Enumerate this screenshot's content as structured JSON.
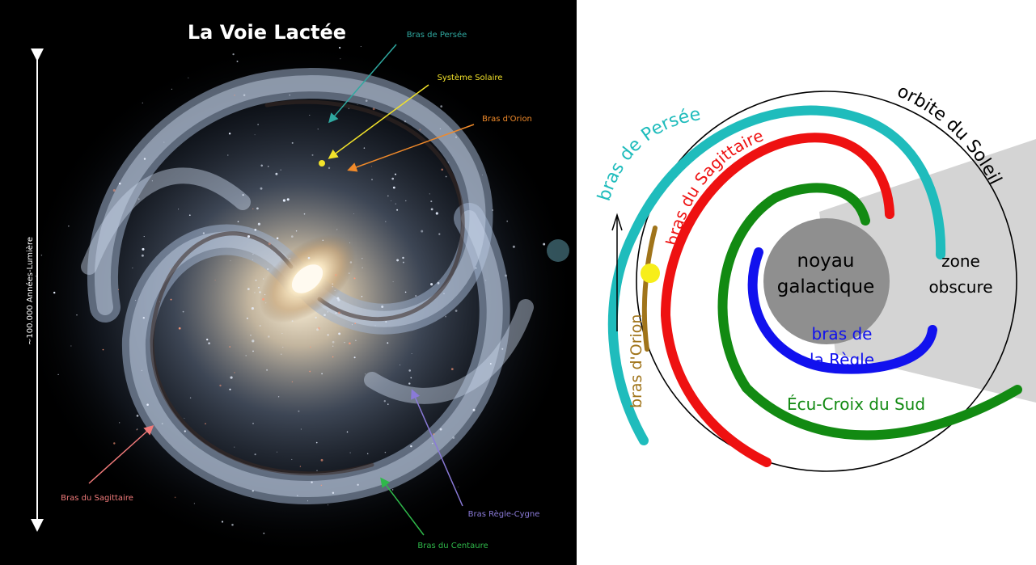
{
  "galaxy": {
    "title": "La Voie Lactée",
    "scale_label": "~100.000 Années-Lumière",
    "labels": {
      "perseus": "Bras de Persée",
      "sun": "Système Solaire",
      "orion": "Bras d'Orion",
      "sagittarius": "Bras du Sagittaire",
      "regle_cygne": "Bras Règle-Cygne",
      "centaur": "Bras du Centaure"
    },
    "colors": {
      "perseus": "#2fa8a0",
      "sun": "#f2e22a",
      "orion": "#f08a2a",
      "sagittarius": "#f07a7a",
      "regle_cygne": "#8a7ad8",
      "centaur": "#2fb84a"
    }
  },
  "schematic": {
    "sun_orbit": "orbite du Soleil",
    "perseus": "bras de Persée",
    "sagittarius": "bras du Sagittaire",
    "orion": "bras d'Orion",
    "core_line1": "noyau",
    "core_line2": "galactique",
    "zone_line1": "zone",
    "zone_line2": "obscure",
    "regle_line1": "bras de",
    "regle_line2": "la Règle",
    "ecu_croix": "Écu-Croix du Sud",
    "colors": {
      "perseus": "#1fbcbc",
      "sagittarius": "#ee1111",
      "ecu_croix": "#128a12",
      "regle": "#1111ee",
      "orion": "#a0741a",
      "core": "#8f8f8f",
      "zone": "#d4d4d4",
      "sun": "#f7ee1a"
    }
  }
}
